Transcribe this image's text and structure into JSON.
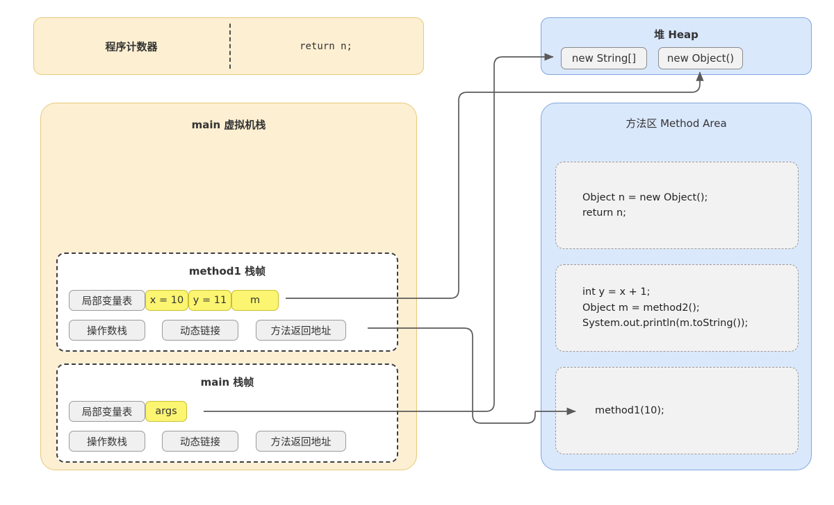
{
  "program_counter": {
    "label": "程序计数器",
    "current_instruction": "return n;"
  },
  "vm_stack": {
    "title": "main 虚拟机栈",
    "frames": [
      {
        "title": "method1 栈帧",
        "local_var_label": "局部变量表",
        "locals": [
          "x = 10",
          "y = 11",
          "m"
        ],
        "operand_stack": "操作数栈",
        "dynamic_link": "动态链接",
        "return_address": "方法返回地址"
      },
      {
        "title": "main 栈帧",
        "local_var_label": "局部变量表",
        "locals": [
          "args"
        ],
        "operand_stack": "操作数栈",
        "dynamic_link": "动态链接",
        "return_address": "方法返回地址"
      }
    ]
  },
  "heap": {
    "title": "堆 Heap",
    "objects": [
      "new String[]",
      "new Object()"
    ]
  },
  "method_area": {
    "title": "方法区 Method Area",
    "code_blocks": [
      "Object n = new Object();\nreturn n;",
      "int y = x + 1;\nObject m = method2();\nSystem.out.println(m.toString());",
      "method1(10);"
    ]
  },
  "colors": {
    "stack_fill": "#fdefd2",
    "stack_border": "#e8c87a",
    "heap_fill": "#dae8fc",
    "heap_border": "#7ea6dd",
    "highlight": "#fbf571",
    "chip_fill": "#f0f0f0",
    "wire": "#5a5a5a"
  }
}
